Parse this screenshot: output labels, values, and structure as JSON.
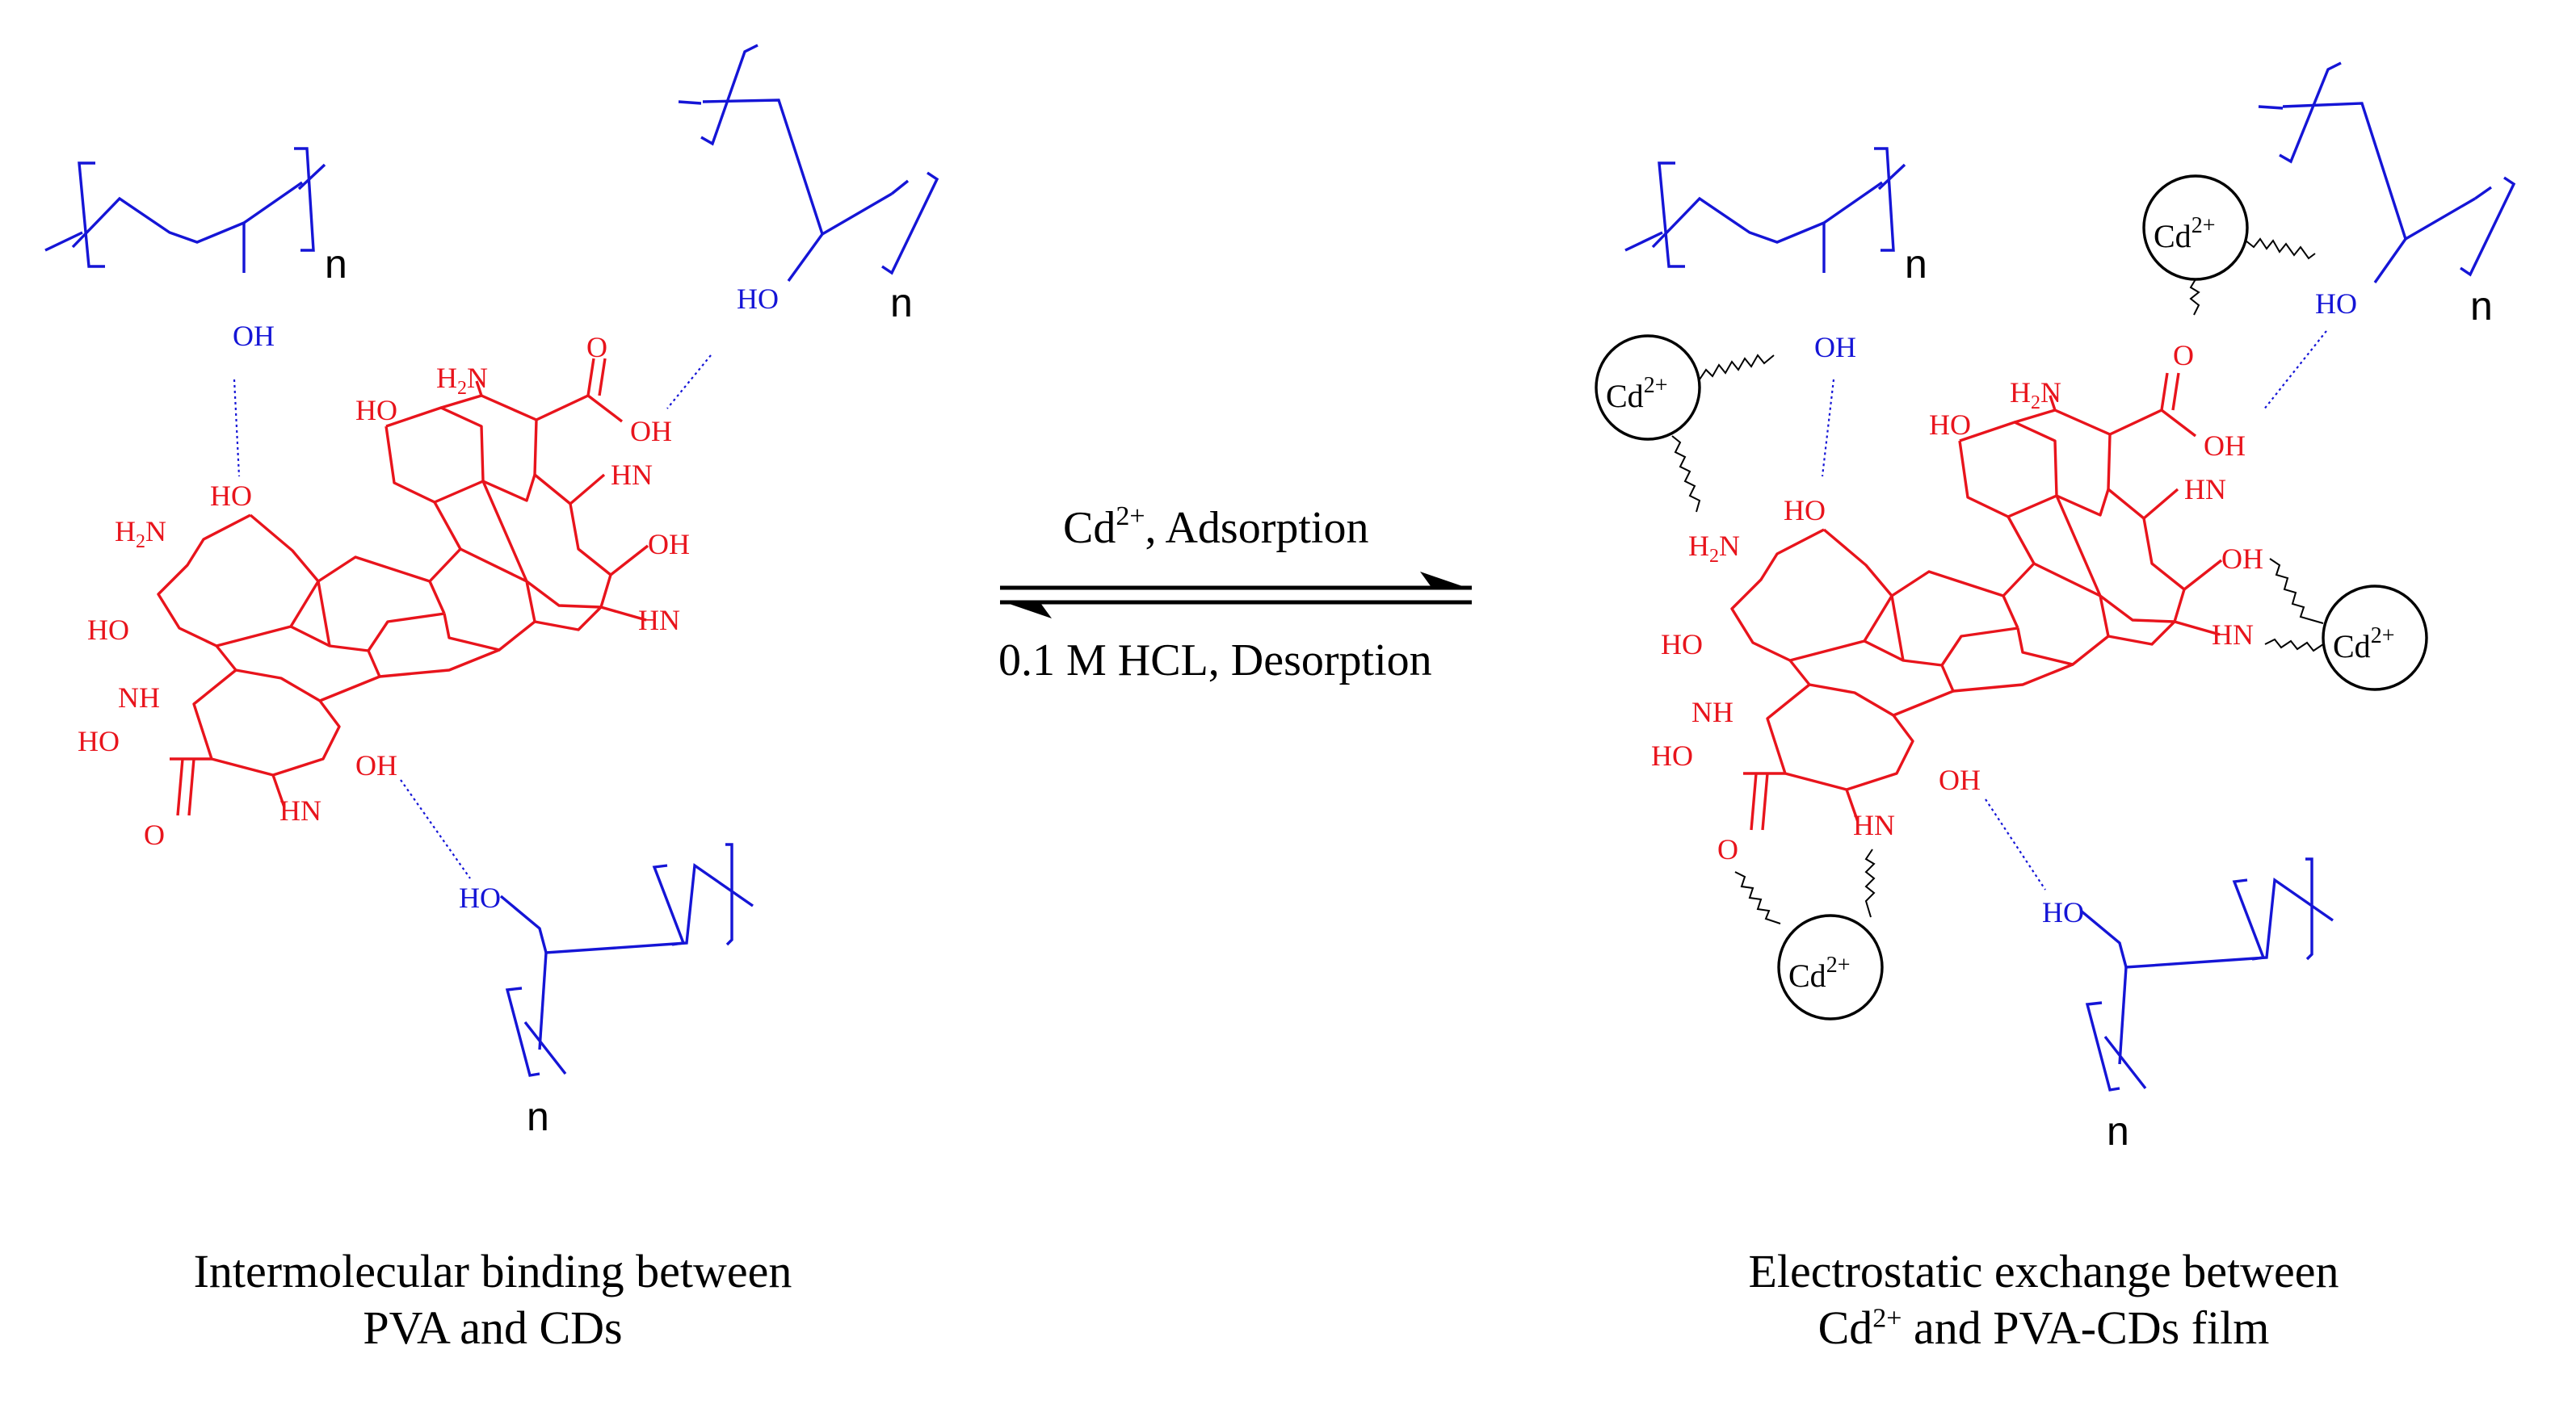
{
  "colors": {
    "cd": "#e8141c",
    "pva": "#1515d6",
    "ion": "#000000",
    "bg": "#ffffff"
  },
  "labels": {
    "n": "n",
    "oh": "OH",
    "ho": "HO",
    "h2n": "H2N",
    "hn": "HN",
    "nh": "NH",
    "o": "O",
    "cd_ion": "Cd",
    "charge": "2+"
  },
  "reaction": {
    "forward_prefix": "Cd",
    "forward_charge": "2+",
    "forward_suffix": ", Adsorption",
    "reverse": "0.1 M HCL, Desorption"
  },
  "captions": {
    "left_line1": "Intermolecular binding between",
    "left_line2": "PVA and CDs",
    "right_line1": "Electrostatic exchange between",
    "right_prefix": "Cd",
    "right_charge": "2+",
    "right_suffix": " and PVA-CDs film"
  }
}
